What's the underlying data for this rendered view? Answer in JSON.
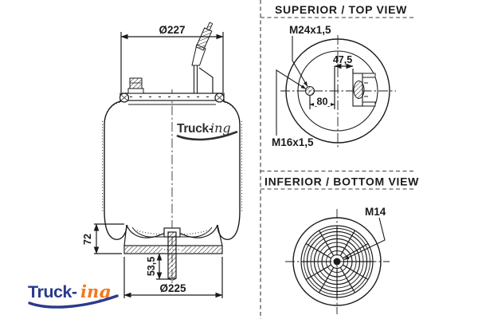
{
  "titles": {
    "superior": "SUPERIOR / TOP VIEW",
    "inferior": "INFERIOR / BOTTOM VIEW"
  },
  "side_view": {
    "top_plate_diameter": "Ø227",
    "piston_height": "72",
    "stud_length": "53,5",
    "piston_diameter": "Ø225",
    "watermark_part1": "Truck-",
    "watermark_part2": "ing"
  },
  "top_view": {
    "air_fitting_thread": "M24x1,5",
    "stud_thread": "M16x1,5",
    "stud_offset": "80",
    "fitting_offset": "47,5"
  },
  "bottom_view": {
    "center_hole_thread": "M14"
  },
  "logo": {
    "part1": "Truck-",
    "part2": "ing"
  },
  "colors": {
    "line": "#1b1b1b",
    "logo_blue": "#2b3a8c",
    "logo_orange": "#f4791f",
    "watermark_gray": "#2e2e2e"
  }
}
